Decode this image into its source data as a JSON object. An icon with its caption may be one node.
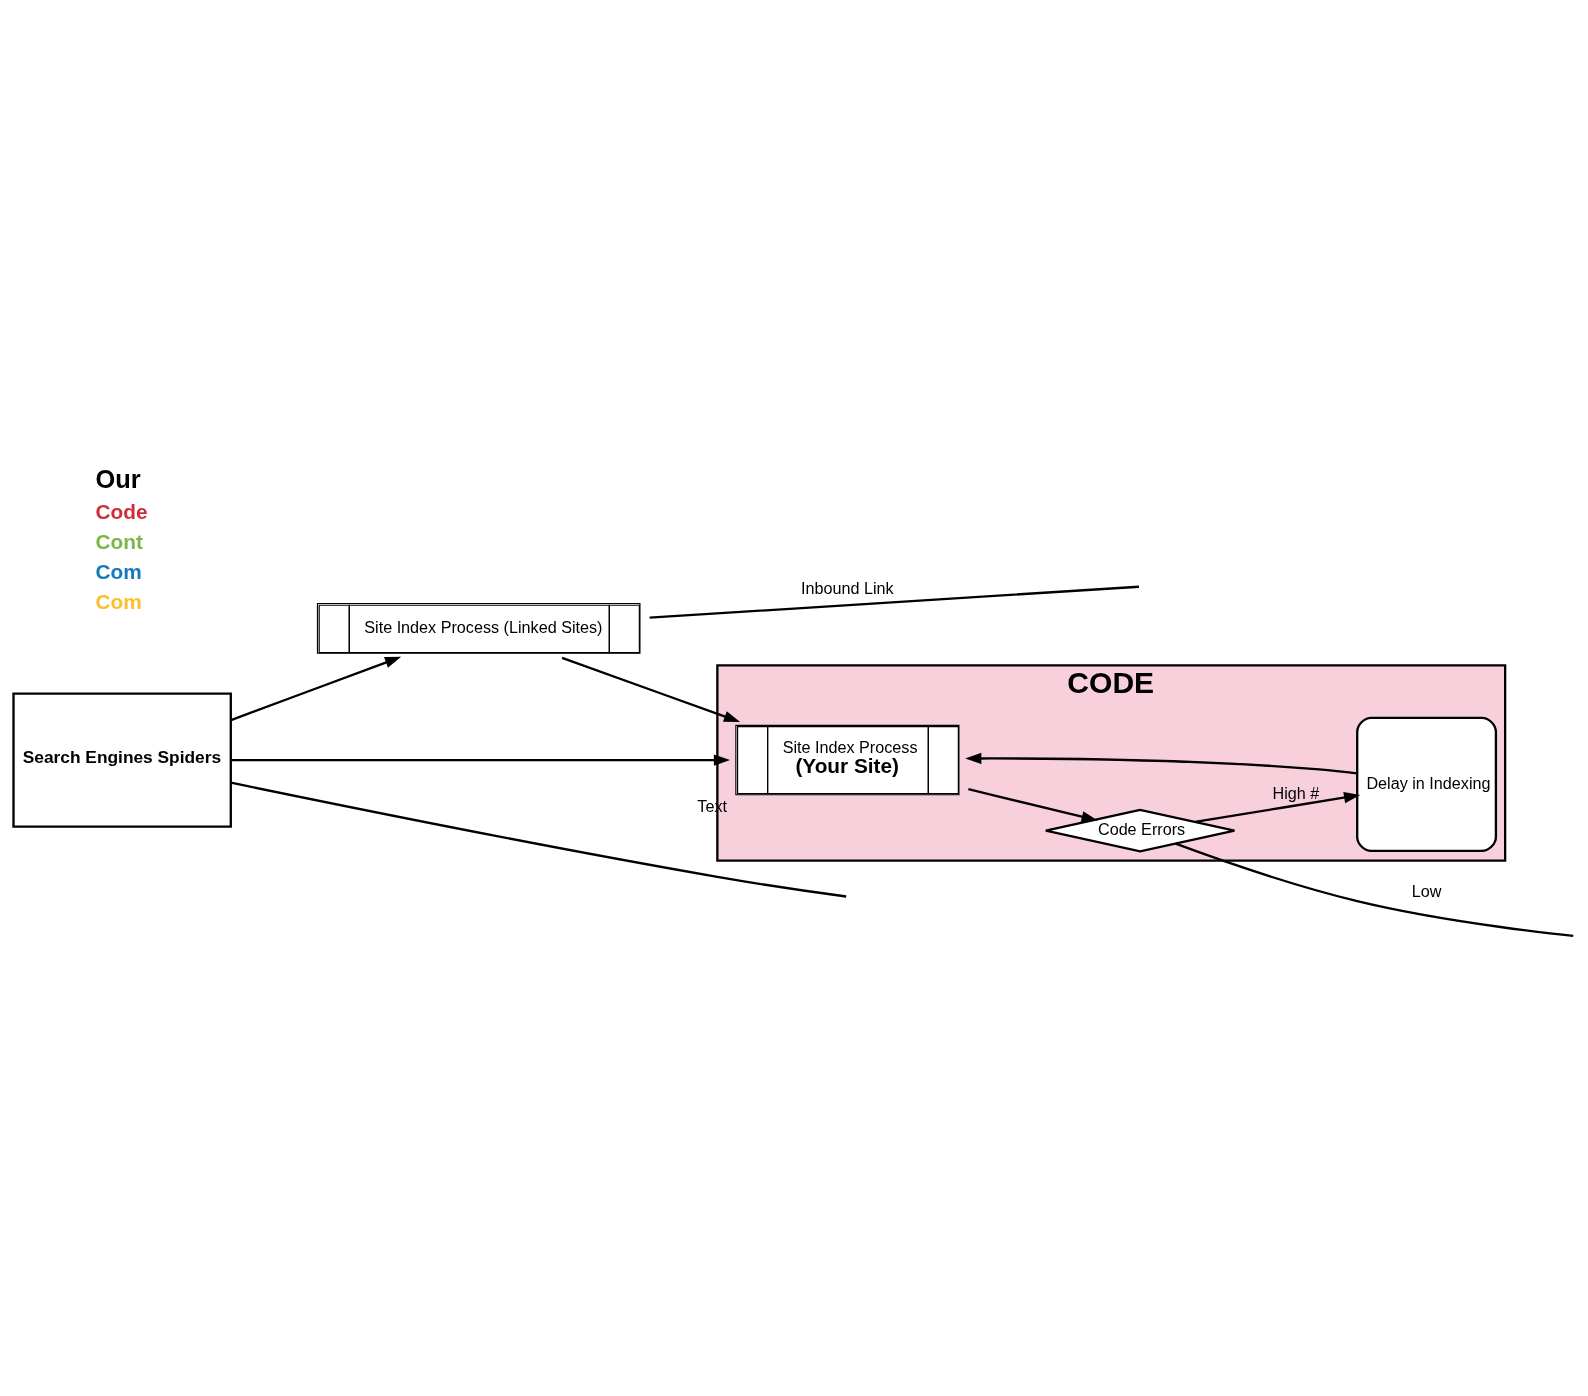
{
  "diagram": {
    "nodes": [
      {
        "text": [
          "Site Index Process (Linked Sites)"
        ]
      },
      {
        "text": [
          "CODE"
        ]
      },
      {
        "text": [
          "Site Index Process",
          "(Your Site)"
        ],
        "in": 1,
        "beside": [
          "Text"
        ]
      },
      {
        "text": [
          "Code Errors"
        ],
        "in": 1
      },
      {
        "text": [
          "Delay in Indexing"
        ],
        "in": 1
      },
      {
        "text": [
          "Search Engines Spiders"
        ]
      }
    ],
    "edges": [
      {
        "from": 5,
        "to": 0,
        "arrow": "to"
      },
      {
        "from": 0,
        "to": 2,
        "arrow": "to"
      },
      {
        "from": 0,
        "to": null,
        "arrow": "none",
        "label": "Inbound Link"
      },
      {
        "from": 5,
        "to": 2,
        "arrow": "to"
      },
      {
        "from": 2,
        "to": 3,
        "arrow": "to"
      },
      {
        "from": 3,
        "to": null,
        "arrow": "none",
        "label": "Low"
      },
      {
        "from": 3,
        "to": 4,
        "arrow": "to",
        "label": "High #"
      },
      {
        "from": 4,
        "to": 2,
        "arrow": "to"
      },
      {
        "from": 5,
        "to": null,
        "arrow": "none"
      }
    ],
    "labels": [
      "Our"
    ],
    "legend": [
      {
        "text": "Code",
        "color": "#cc2e3a"
      },
      {
        "text": "Cont",
        "color": "#7ab648"
      },
      {
        "text": "Com",
        "color": "#1479bd"
      },
      {
        "text": "Com",
        "color": "#fbbf2a"
      }
    ]
  }
}
